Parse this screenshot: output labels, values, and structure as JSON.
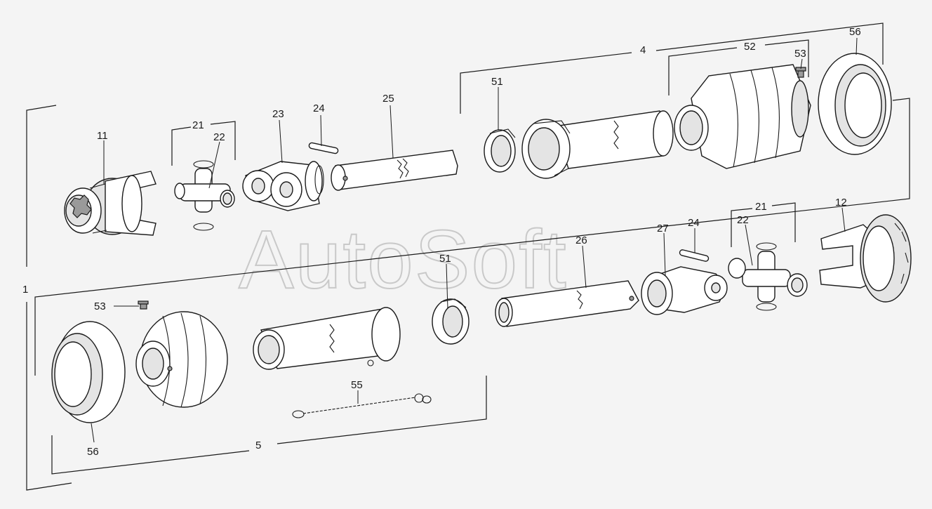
{
  "labels": {
    "n1": "1",
    "n4": "4",
    "n5": "5",
    "n11": "11",
    "n12": "12",
    "n21_top": "21",
    "n21_bottom": "21",
    "n22_top": "22",
    "n22_bottom": "22",
    "n23": "23",
    "n24_top": "24",
    "n24_bottom": "24",
    "n25": "25",
    "n26": "26",
    "n27": "27",
    "n51_top": "51",
    "n51_bottom": "51",
    "n52": "52",
    "n53_top": "53",
    "n53_bottom": "53",
    "n55": "55",
    "n56_top": "56",
    "n56_bottom": "56"
  },
  "watermark": "AutoSoft"
}
